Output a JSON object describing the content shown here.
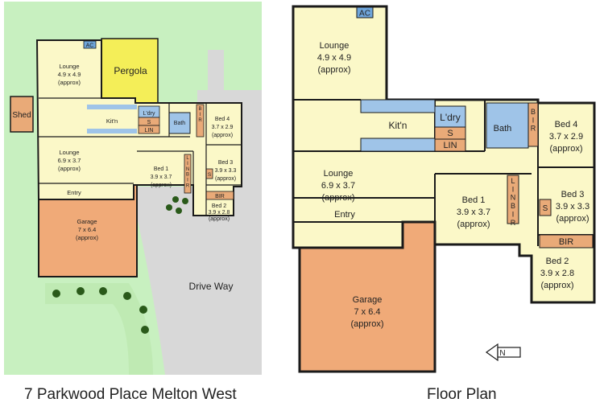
{
  "colors": {
    "lawn": "#c8f0c0",
    "floor": "#fbf8c8",
    "garage": "#f0aa78",
    "pergola": "#f4ee58",
    "shed": "#e9aa78",
    "bath": "#9fc4e8",
    "bench": "#9fc4e8",
    "storage": "#e9aa78",
    "driveway": "#d8d8d8",
    "wall": "#1a1a1a",
    "ac_badge": "#6fa6dc"
  },
  "site_plan": {
    "caption": "7 Parkwood Place Melton West",
    "shed": "Shed",
    "pergola": "Pergola",
    "driveway": "Drive Way",
    "ac": "AC",
    "lounge1": {
      "name": "Lounge",
      "size": "4.9 x 4.9",
      "note": "(approx)"
    },
    "lounge2": {
      "name": "Lounge",
      "size": "6.9 x 3.7",
      "note": "(approx)"
    },
    "kitchen": "Kit'n",
    "laundry": "L'dry",
    "s": "S",
    "lin": "LIN",
    "bath": "Bath",
    "bir": "B\nI\nR",
    "bed4": {
      "name": "Bed 4",
      "size": "3.7 x 2.9",
      "note": "(approx)"
    },
    "bed1": {
      "name": "Bed 1",
      "size": "3.9 x 3.7",
      "note": "(approx)"
    },
    "bed3": {
      "name": "Bed 3",
      "size": "3.9 x 3.3",
      "note": "(approx)"
    },
    "bed2": {
      "name": "Bed 2",
      "size": "3.9 x 2.8",
      "note": "(approx)"
    },
    "linbir": "L\nI\nN\nB\nI\nR",
    "bir2": "BIR",
    "s2": "S",
    "entry": "Entry",
    "garage": {
      "name": "Garage",
      "size": "7 x 6.4",
      "note": "(approx)"
    }
  },
  "floor_plan": {
    "caption": "Floor Plan",
    "ac": "AC",
    "lounge1": {
      "name": "Lounge",
      "size": "4.9 x 4.9",
      "note": "(approx)"
    },
    "lounge2": {
      "name": "Lounge",
      "size": "6.9 x 3.7",
      "note": "(approx)"
    },
    "kitchen": "Kit'n",
    "laundry": "L'dry",
    "s": "S",
    "lin": "LIN",
    "bath": "Bath",
    "bir": "B\nI\nR",
    "bed4": {
      "name": "Bed 4",
      "size": "3.7 x 2.9",
      "note": "(approx)"
    },
    "bed1": {
      "name": "Bed 1",
      "size": "3.9 x 3.7",
      "note": "(approx)"
    },
    "bed3": {
      "name": "Bed 3",
      "size": "3.9 x 3.3",
      "note": "(approx)"
    },
    "bed2": {
      "name": "Bed 2",
      "size": "3.9 x 2.8",
      "note": "(approx)"
    },
    "linbir": "L\nI\nN\nB\nI\nR",
    "bir2": "BIR",
    "s2": "S",
    "entry": "Entry",
    "garage": {
      "name": "Garage",
      "size": "7 x 6.4",
      "note": "(approx)"
    },
    "north": "N"
  }
}
